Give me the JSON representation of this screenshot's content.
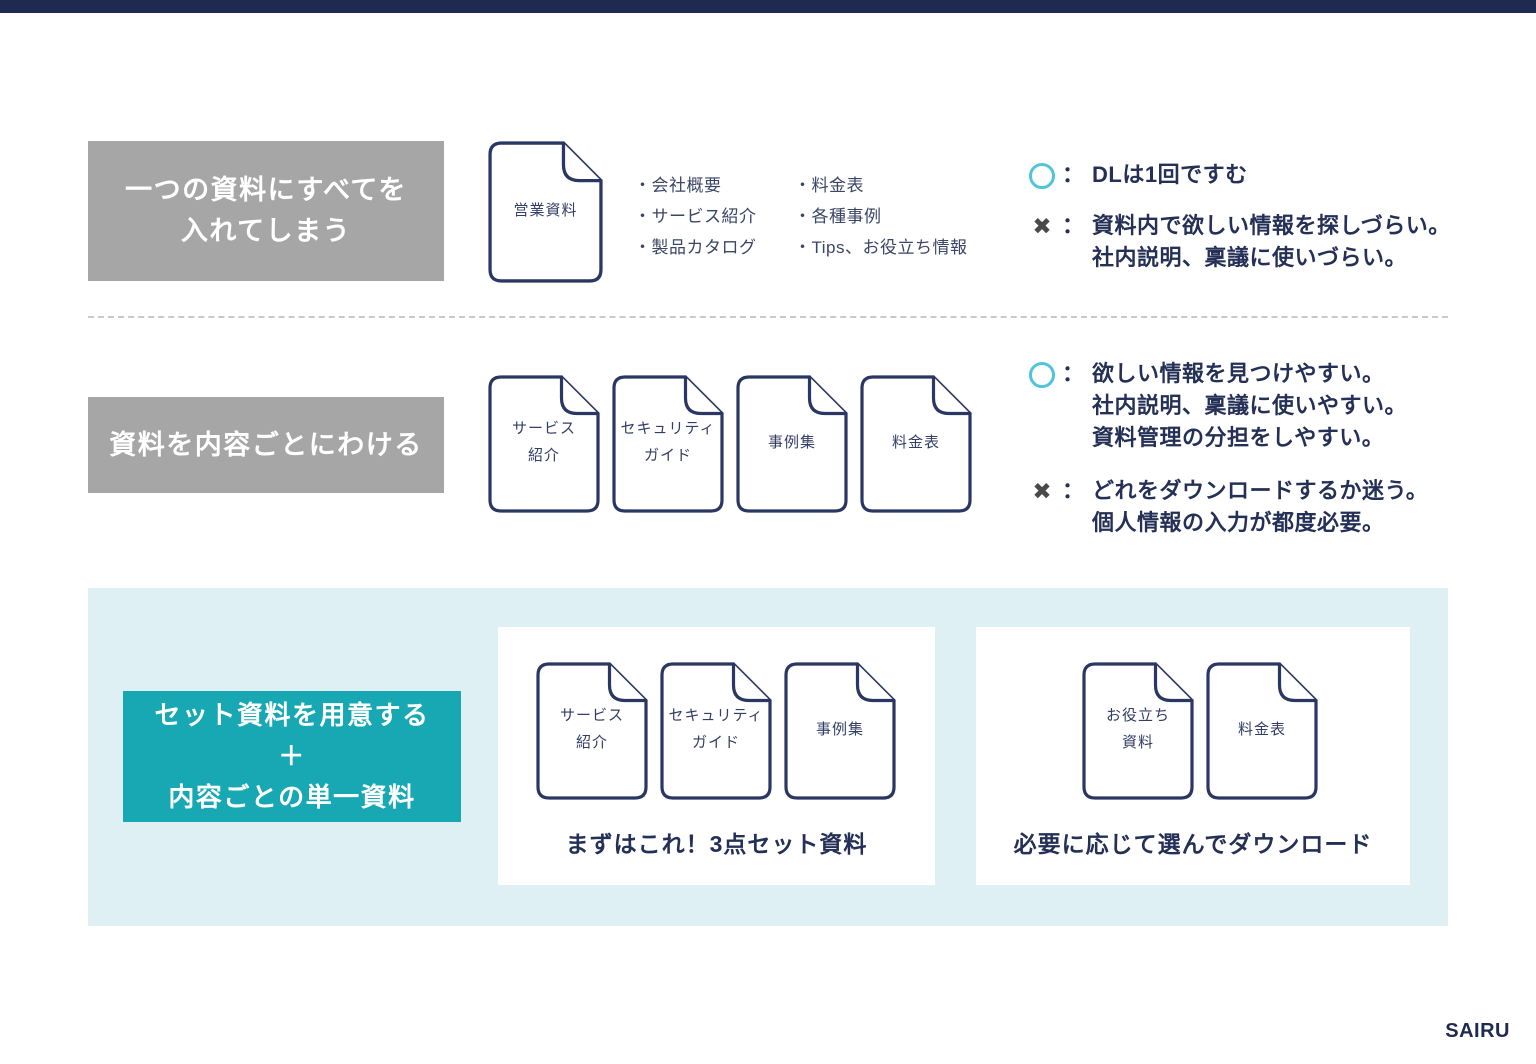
{
  "page": {
    "brand": "SAIRU"
  },
  "colors": {
    "navy": "#1f2a52",
    "doc_border": "#2b3763",
    "gray_box": "#a6a6a6",
    "teal_box": "#18a8b4",
    "light_blue_bg": "#def0f3",
    "circle_icon": "#4fc4da",
    "cross_icon": "#4a4a4a"
  },
  "symbols": {
    "colon": "：",
    "cross": "✖"
  },
  "row1": {
    "label": "一つの資料にすべてを\n入れてしまう",
    "doc_label": "営業資料",
    "bullets_col1": "・会社概要\n・サービス紹介\n・製品カタログ",
    "bullets_col2": "・料金表\n・各種事例\n・Tips、お役立ち情報",
    "pro": "DLは1回ですむ",
    "con": "資料内で欲しい情報を探しづらい。\n社内説明、稟議に使いづらい。"
  },
  "row2": {
    "label": "資料を内容ごとにわける",
    "docs": [
      "サービス\n紹介",
      "セキュリティ\nガイド",
      "事例集",
      "料金表"
    ],
    "pro": "欲しい情報を見つけやすい。\n社内説明、稟議に使いやすい。\n資料管理の分担をしやすい。",
    "con": "どれをダウンロードするか迷う。\n個人情報の入力が都度必要。"
  },
  "row3": {
    "label": "セット資料を用意する\n＋\n内容ごとの単一資料",
    "panel1": {
      "docs": [
        "サービス\n紹介",
        "セキュリティ\nガイド",
        "事例集"
      ],
      "caption": "まずはこれ！3点セット資料"
    },
    "panel2": {
      "docs": [
        "お役立ち\n資料",
        "料金表"
      ],
      "caption": "必要に応じて選んでダウンロード"
    }
  }
}
